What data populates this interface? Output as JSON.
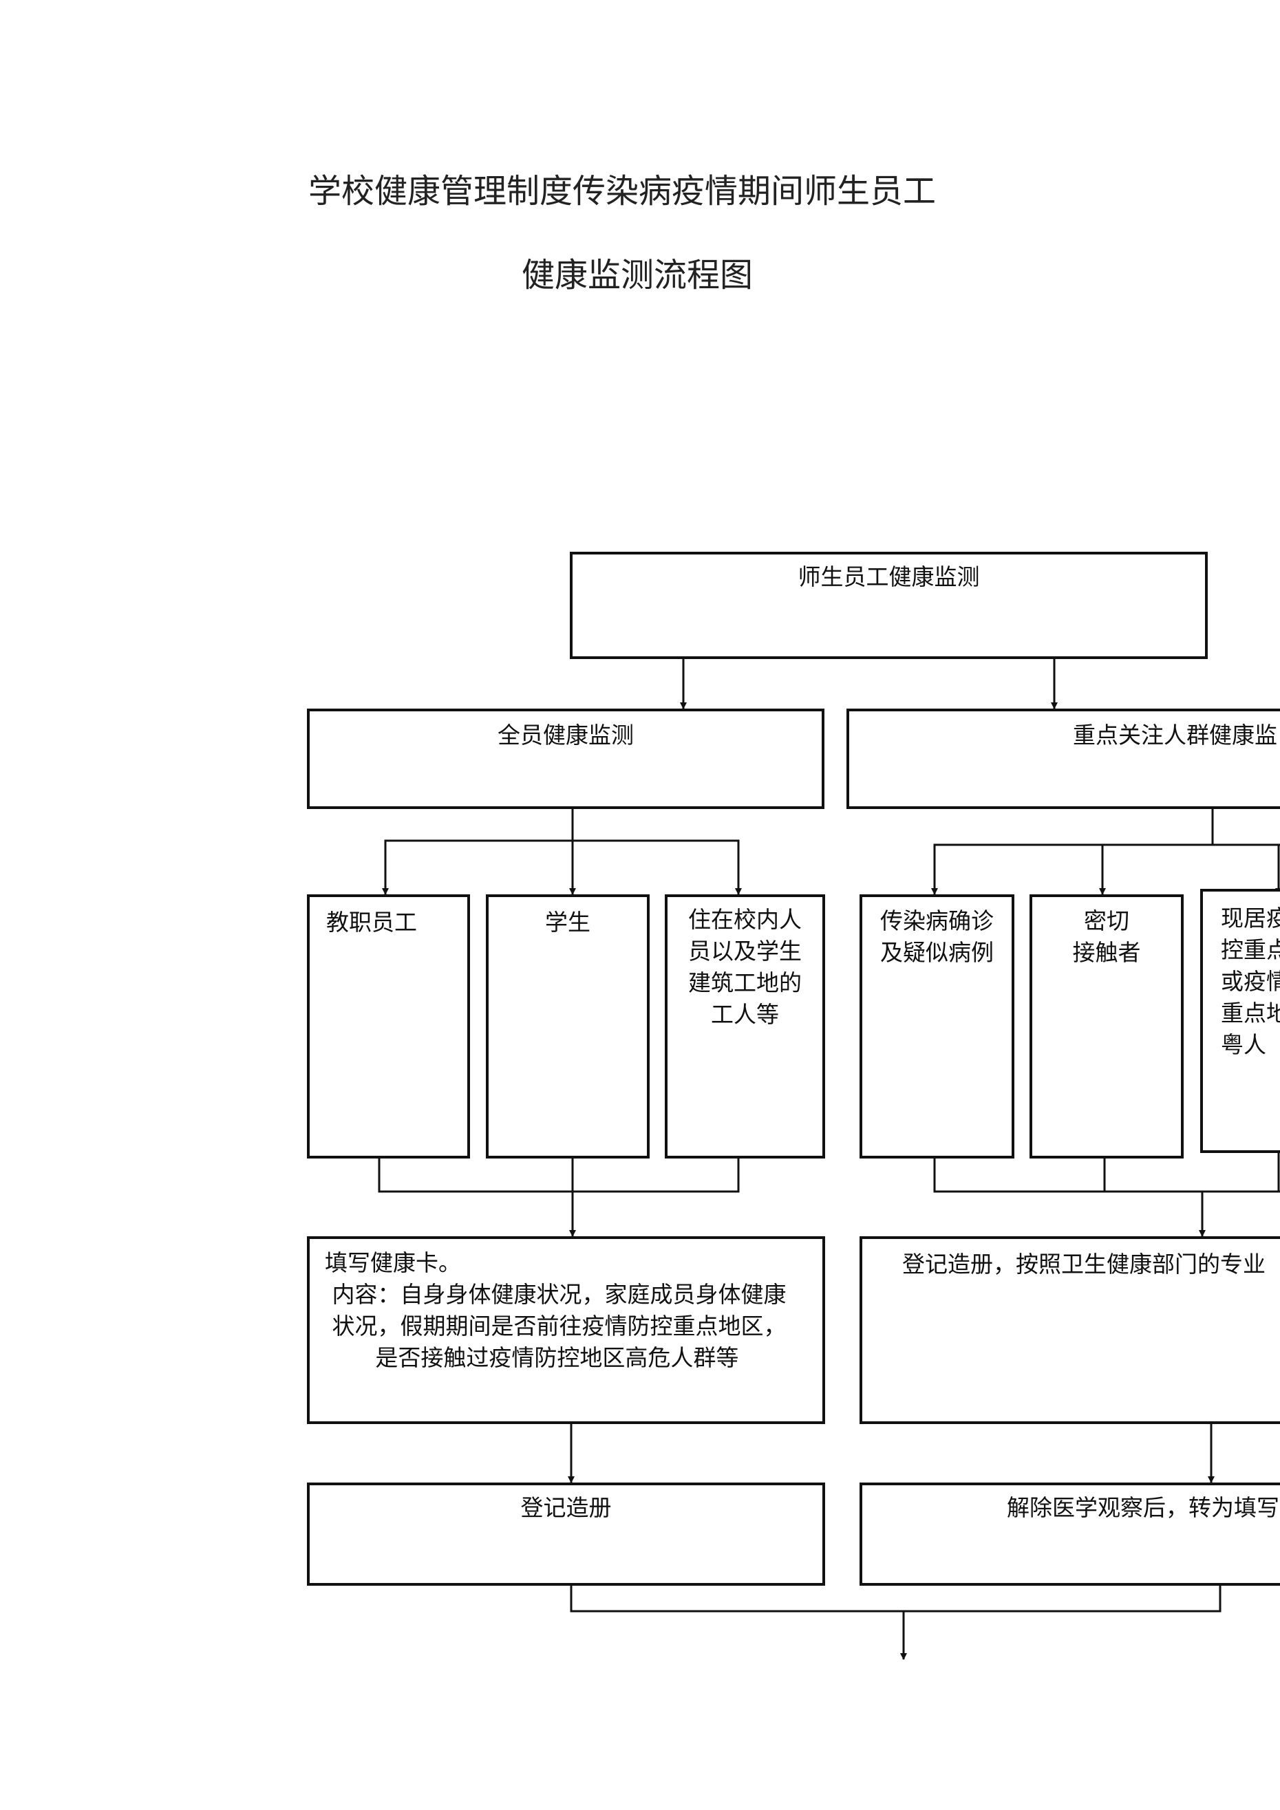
{
  "title": {
    "line1": "学校健康管理制度传染病疫情期间师生员工",
    "line2": "健康监测流程图"
  },
  "nodes": {
    "root": "师生员工健康监测",
    "all_staff": "全员健康监测",
    "key_groups": "重点关注人群健康监",
    "teachers": "教职员工",
    "students": "学生",
    "residents": "住在校内人\n员以及学生\n建筑工地的\n工人等",
    "confirmed": "传染病确诊\n及疑似病例",
    "close_contact": "密切\n接触者",
    "travel": "现居疫\n控重点\n或疫情\n重点地\n粤人",
    "health_card": "填写健康卡。\n 内容：自身身体健康状况，家庭成员身体健康\n 状况，假期期间是否前往疫情防控重点地区，\n       是否接触过疫情防控地区高危人群等",
    "register_special": "登记造册，按照卫生健康部门的专业",
    "register": "登记造册",
    "release": "解除医学观察后，转为填写"
  }
}
